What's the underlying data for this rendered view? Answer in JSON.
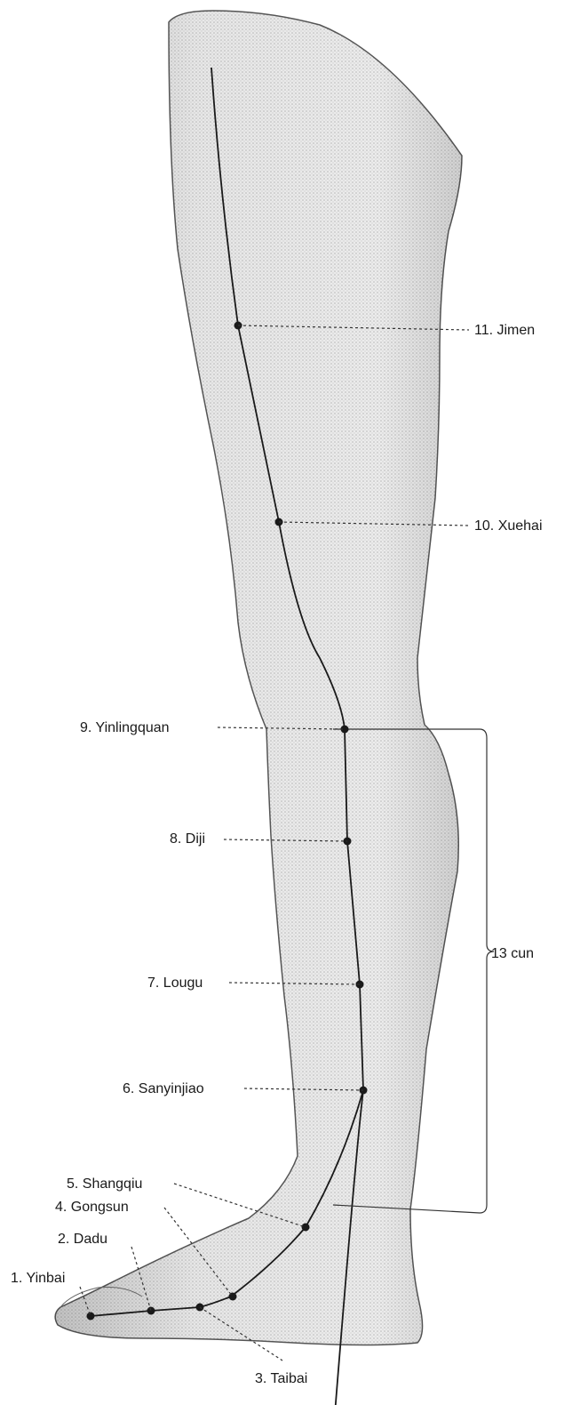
{
  "points": [
    {
      "id": "yinbai",
      "label": "1. Yinbai"
    },
    {
      "id": "dadu",
      "label": "2. Dadu"
    },
    {
      "id": "taibai",
      "label": "3. Taibai"
    },
    {
      "id": "gongsun",
      "label": "4. Gongsun"
    },
    {
      "id": "shangqiu",
      "label": "5. Shangqiu"
    },
    {
      "id": "sanyinjiao",
      "label": "6. Sanyinjiao"
    },
    {
      "id": "lougu",
      "label": "7. Lougu"
    },
    {
      "id": "diji",
      "label": "8. Diji"
    },
    {
      "id": "yinlingquan",
      "label": "9. Yinlingquan"
    },
    {
      "id": "xuehai",
      "label": "10. Xuehai"
    },
    {
      "id": "jimen",
      "label": "11. Jimen"
    }
  ],
  "measurement": {
    "label": "13 cun"
  },
  "colors": {
    "leg_fill": "#e6e6e6",
    "leg_shade": "#cfcfcf",
    "line": "#1a1a1a"
  }
}
